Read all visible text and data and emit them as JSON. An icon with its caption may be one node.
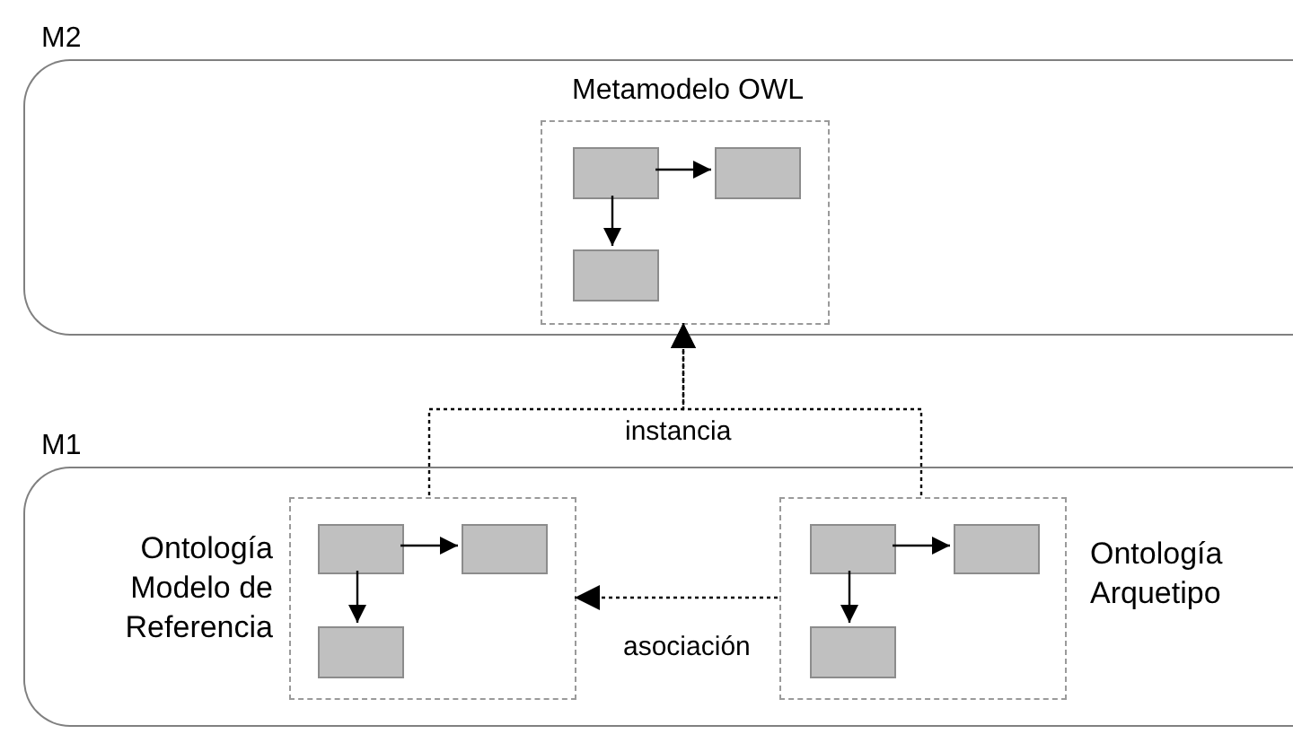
{
  "diagram": {
    "nodes": [
      {
        "text": [
          "M2"
        ]
      },
      {
        "text": [
          "Metamodelo OWL"
        ],
        "in": 0
      },
      {
        "text": [],
        "shape": "box",
        "in": 1
      },
      {
        "text": [],
        "shape": "box",
        "in": 1
      },
      {
        "text": [],
        "shape": "box",
        "in": 1
      },
      {
        "text": [
          "M1"
        ]
      },
      {
        "text": [],
        "shape": "box",
        "in": 5,
        "beside": [
          "Ontología Modelo de Referencia"
        ]
      },
      {
        "text": [],
        "shape": "box",
        "in": 6
      },
      {
        "text": [],
        "shape": "box",
        "in": 6
      },
      {
        "text": [],
        "shape": "box",
        "in": 6
      },
      {
        "text": [],
        "shape": "box",
        "in": 5,
        "beside": [
          "Ontología Arquetipo"
        ]
      },
      {
        "text": [],
        "shape": "box",
        "in": 10
      },
      {
        "text": [],
        "shape": "box",
        "in": 10
      },
      {
        "text": [],
        "shape": "box",
        "in": 10
      }
    ],
    "edges": [
      {
        "from": 2,
        "to": 3,
        "arrow": "to"
      },
      {
        "from": 2,
        "to": 4,
        "arrow": "to"
      },
      {
        "from": 7,
        "to": 8,
        "arrow": "to"
      },
      {
        "from": 7,
        "to": 9,
        "arrow": "to"
      },
      {
        "from": 11,
        "to": 12,
        "arrow": "to"
      },
      {
        "from": 11,
        "to": 13,
        "arrow": "to"
      },
      {
        "from": 10,
        "to": 6,
        "arrow": "to",
        "style": "dashed",
        "label": "asociación"
      },
      {
        "from": 6,
        "to": 1,
        "arrow": "to",
        "style": "dashed",
        "label": "instancia"
      },
      {
        "from": 10,
        "to": 1,
        "arrow": "to",
        "style": "dashed"
      }
    ]
  }
}
